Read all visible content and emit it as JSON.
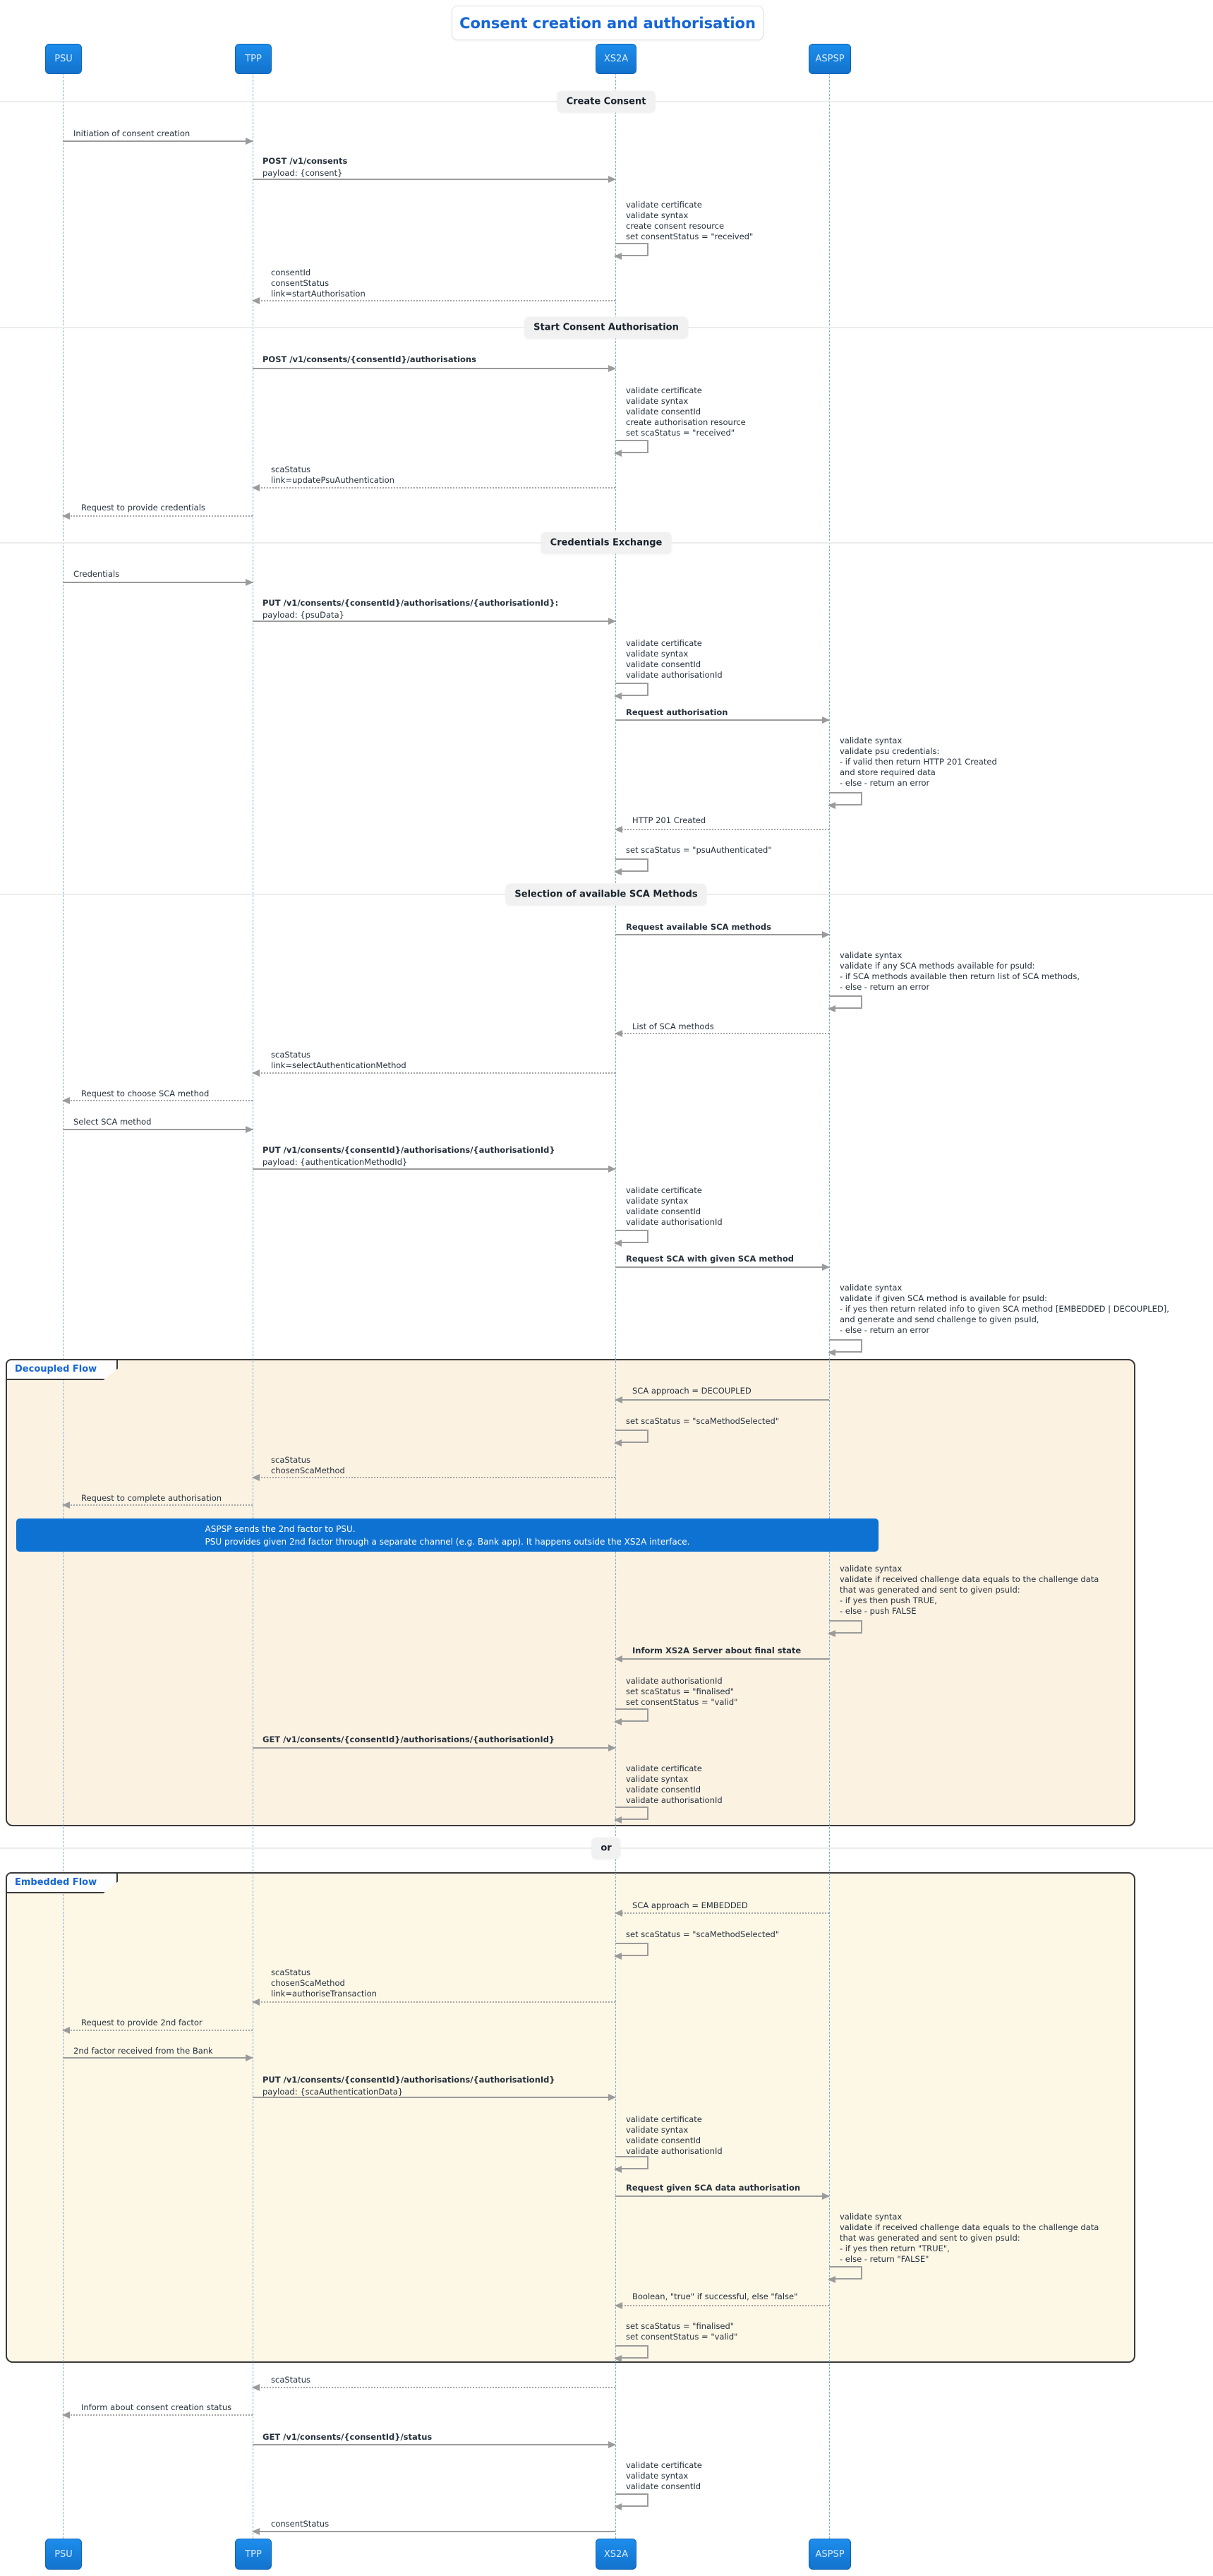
{
  "title": "Consent creation and authorisation",
  "participants": {
    "psu": "PSU",
    "tpp": "TPP",
    "xs2a": "XS2A",
    "aspsp": "ASPSP"
  },
  "sections": {
    "create_consent": "Create Consent",
    "start_authorisation": "Start Consent Authorisation",
    "credentials_exchange": "Credentials Exchange",
    "sca_selection": "Selection of available SCA Methods",
    "or": "or"
  },
  "frames": {
    "decoupled": "Decoupled Flow",
    "embedded": "Embedded Flow"
  },
  "colors": {
    "participant_blue": "#1788e0",
    "title_blue": "#1566d6",
    "note_blue": "#0e72d2",
    "frame_background": "#fcf3e3",
    "divider_background": "#f1f1f1",
    "arrow_gray": "#9b9b9b",
    "lifeline_blue": "#7db0dc"
  },
  "messages": {
    "init_consent": "Initiation of consent creation",
    "post_consents": "POST /v1/consents",
    "post_consents_payload": "payload: {consent}",
    "xs2a_validate_create_consent": "validate certificate\nvalidate syntax\ncreate consent resource\nset consentStatus = \"received\"",
    "consent_created_response": "consentId\nconsentStatus\nlink=startAuthorisation",
    "post_authorisations": "POST /v1/consents/{consentId}/authorisations",
    "xs2a_validate_create_auth": "validate certificate\nvalidate syntax\nvalidate consentId\ncreate authorisation resource\nset scaStatus = \"received\"",
    "auth_created_response": "scaStatus\nlink=updatePsuAuthentication",
    "request_credentials": "Request to provide credentials",
    "credentials": "Credentials",
    "put_psudata": "PUT /v1/consents/{consentId}/authorisations/{authorisationId}:",
    "put_psudata_payload": "payload: {psuData}",
    "xs2a_validate_4": "validate certificate\nvalidate syntax\nvalidate consentId\nvalidate authorisationId",
    "request_authorisation": "Request authorisation",
    "aspsp_validate_credentials": "validate syntax\nvalidate psu credentials:\n- if valid then return HTTP 201 Created\nand store required data\n- else - return an error",
    "http_201": "HTTP 201 Created",
    "set_psu_authenticated": "set scaStatus = \"psuAuthenticated\"",
    "request_sca_methods": "Request available SCA methods",
    "aspsp_validate_sca_methods": "validate syntax\nvalidate if any SCA methods available for psuId:\n- if SCA methods available then return list of SCA methods,\n- else - return an error",
    "list_sca_methods": "List of SCA methods",
    "select_method_response": "scaStatus\nlink=selectAuthenticationMethod",
    "request_choose_sca": "Request to choose SCA method",
    "select_sca": "Select SCA method",
    "put_method": "PUT /v1/consents/{consentId}/authorisations/{authorisationId}",
    "put_method_payload": "payload: {authenticationMethodId}",
    "request_sca_given": "Request SCA with given SCA method",
    "aspsp_validate_given_method": "validate syntax\nvalidate if given SCA method is available for psuId:\n- if yes then return related info to given SCA method [EMBEDDED | DECOUPLED],\nand generate and send challenge to given psuId,\n- else - return an error",
    "sca_decoupled": "SCA approach = DECOUPLED",
    "set_method_selected": "set scaStatus = \"scaMethodSelected\"",
    "chosen_method_response": "scaStatus\nchosenScaMethod",
    "request_complete_auth": "Request to complete authorisation",
    "note_2fa": "ASPSP sends the 2nd factor to PSU.\nPSU provides given 2nd factor through a separate channel (e.g. Bank app). It happens outside the XS2A interface.",
    "aspsp_validate_challenge_push": "validate syntax\nvalidate if received challenge data equals to the challenge data\nthat was generated and sent to given psuId:\n- if yes then push TRUE,\n- else - push FALSE",
    "inform_final_state": "Inform XS2A Server about final state",
    "xs2a_finalise_decoupled": "validate authorisationId\nset scaStatus = \"finalised\"\nset consentStatus = \"valid\"",
    "get_authorisation": "GET /v1/consents/{consentId}/authorisations/{authorisationId}",
    "sca_embedded": "SCA approach = EMBEDDED",
    "authorise_transaction_response": "scaStatus\nchosenScaMethod\nlink=authoriseTransaction",
    "request_2nd_factor": "Request to provide 2nd factor",
    "factor_received": "2nd factor received from the Bank",
    "put_sca_data": "PUT /v1/consents/{consentId}/authorisations/{authorisationId}",
    "put_sca_data_payload": "payload: {scaAuthenticationData}",
    "request_sca_data_auth": "Request given SCA data authorisation",
    "aspsp_validate_challenge_return": "validate syntax\nvalidate if received challenge data equals to the challenge data\nthat was generated and sent to given psuId:\n- if yes then return \"TRUE\",\n- else - return \"FALSE\"",
    "boolean_result": "Boolean, \"true\" if successful, else \"false\"",
    "set_finalised": "set scaStatus = \"finalised\"\nset consentStatus = \"valid\"",
    "sca_status": "scaStatus",
    "inform_status": "Inform about consent creation status",
    "get_status": "GET /v1/consents/{consentId}/status",
    "xs2a_validate_3": "validate certificate\nvalidate syntax\nvalidate consentId",
    "consent_status": "consentStatus"
  }
}
